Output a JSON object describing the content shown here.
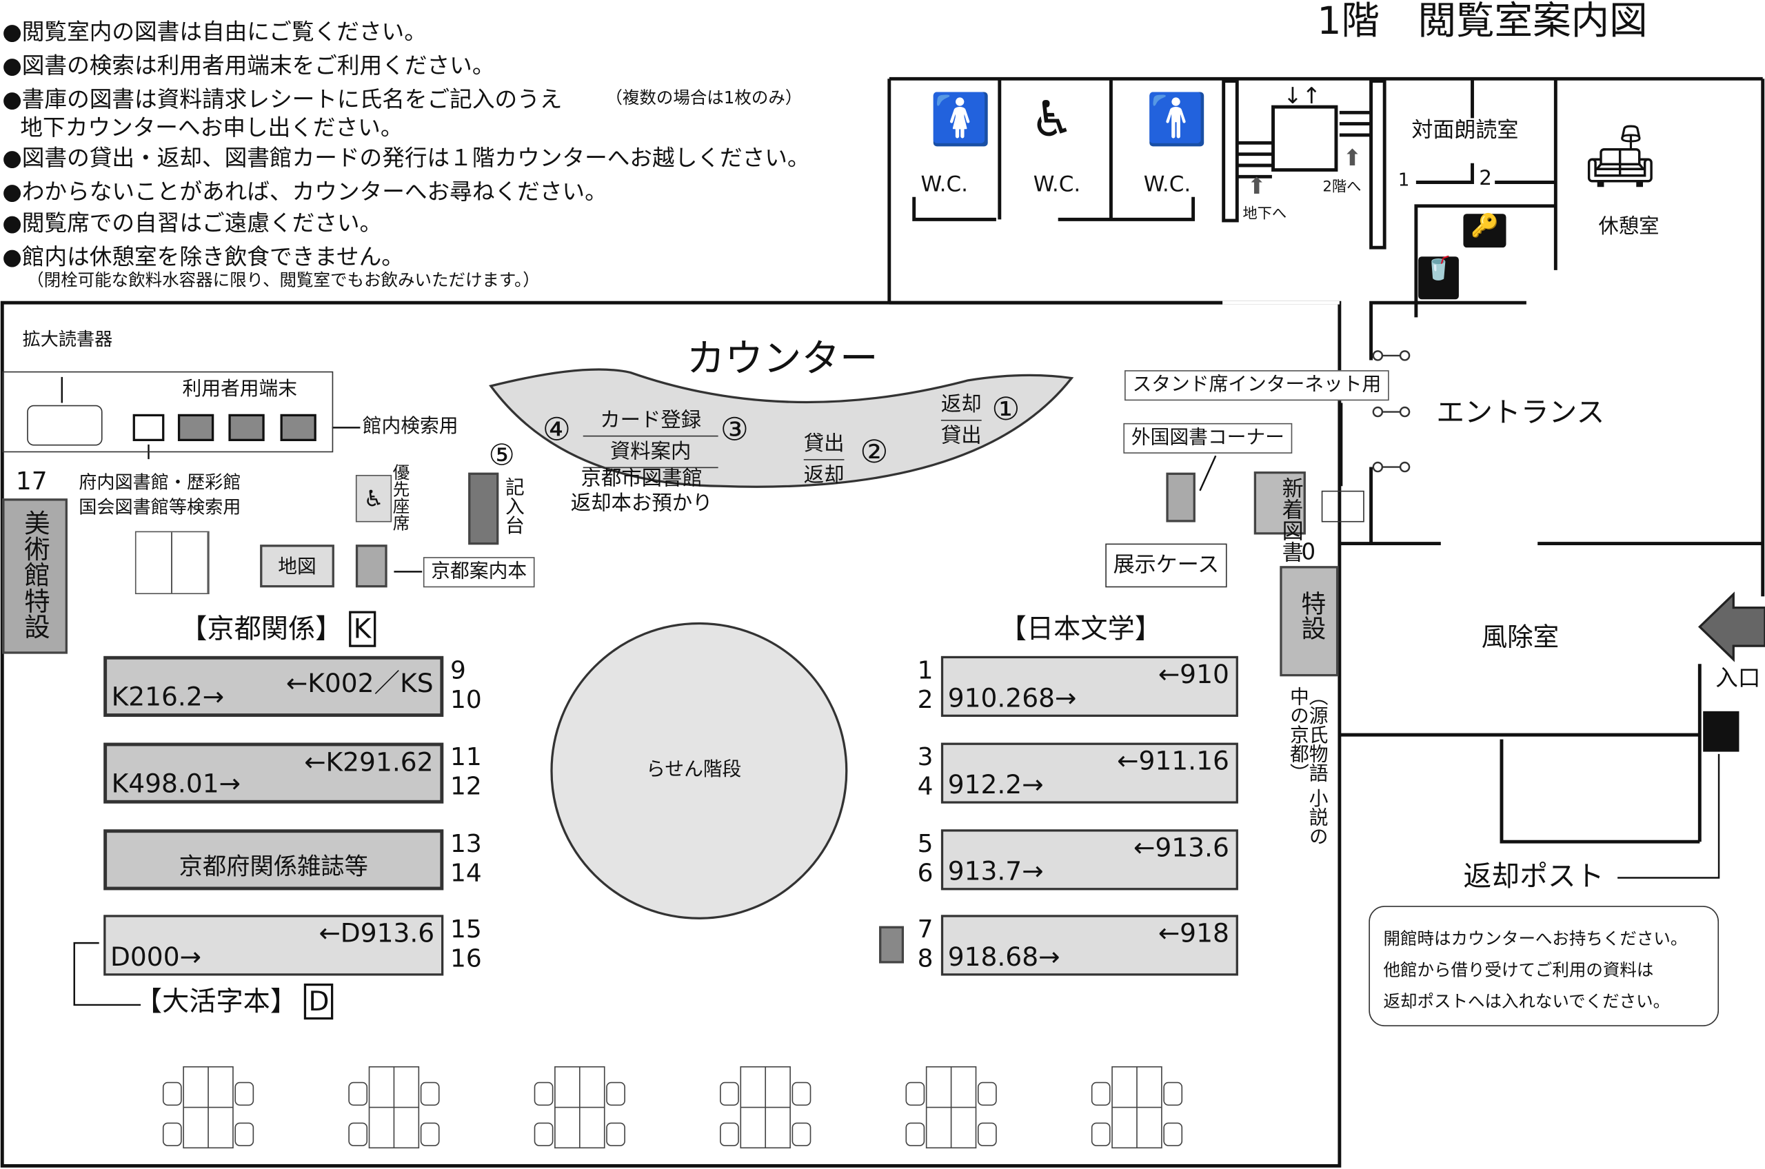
{
  "title": "1階　閲覧室案内図",
  "notes": [
    "●閲覧室内の図書は自由にご覧ください。",
    "●図書の検索は利用者用端末をご利用ください。",
    "●書庫の図書は資料請求レシートに氏名をご記入のうえ",
    "（複数の場合は1枚のみ）",
    "地下カウンターへお申し出ください。",
    "●図書の貸出・返却、図書館カードの発行は１階カウンターへお越しください。",
    "●わからないことがあれば、カウンターへお尋ねください。",
    "●閲覧席での自習はご遠慮ください。",
    "●館内は休憩室を除き飲食できません。",
    "（閉栓可能な飲料水容器に限り、閲覧室でもお飲みいただけます。）"
  ],
  "facilities": {
    "wc": [
      "W.C.",
      "W.C.",
      "W.C."
    ],
    "to_basement": "地下へ",
    "to_2f": "2階へ",
    "reading_room": "対面朗読室",
    "reading_room_doors": [
      "1",
      "2"
    ],
    "lounge": "休憩室",
    "entrance_hall": "エントランス",
    "vestibule": "風除室",
    "entrance": "入口",
    "return_post": "返却ポスト",
    "return_post_notes": [
      "開館時はカウンターへお持ちください。",
      "他館から借り受けてご利用の資料は",
      "返却ポストへは入れないでください。"
    ]
  },
  "counter": {
    "title": "カウンター",
    "sections": [
      {
        "num": "①",
        "top": "返却",
        "bottom": "貸出"
      },
      {
        "num": "②",
        "top": "貸出",
        "bottom": "返却"
      },
      {
        "num": "③",
        "top": "カード登録",
        "bottom": "資料案内"
      },
      {
        "num": "④"
      }
    ],
    "kyoto_city": "京都市図書館",
    "kyoto_city_sub": "返却本お預かり"
  },
  "left_area": {
    "magnifier": "拡大読書器",
    "terminals": "利用者用端末",
    "catalog": "館内検索用",
    "prefectural": "府内図書館・歴彩館",
    "national": "国会図書館等検索用",
    "priority_seat": "優先座席",
    "writing_desk_num": "⑤",
    "writing_desk": "記入台",
    "map": "地図",
    "kyoto_guide": "京都案内本",
    "museum_num": "17",
    "museum": "美術館特設"
  },
  "right_area": {
    "internet": "スタンド席インターネット用",
    "foreign": "外国図書コーナー",
    "new_books": "新着図書",
    "display": "展示ケース",
    "special_num": "0",
    "special": "特設",
    "genji": "（源氏物語 小説の中の京都）"
  },
  "staircase": "らせん階段",
  "kyoto_section": {
    "label": "【京都関係】",
    "code": "K"
  },
  "large_print": {
    "label": "【大活字本】",
    "code": "D"
  },
  "japanese_lit": {
    "label": "【日本文学】"
  },
  "left_shelves": [
    {
      "right": "←K002／KS",
      "left": "K216.2→",
      "nums": [
        "9",
        "10"
      ]
    },
    {
      "right": "←K291.62",
      "left": "K498.01→",
      "nums": [
        "11",
        "12"
      ]
    },
    {
      "center": "京都府関係雑誌等",
      "nums": [
        "13",
        "14"
      ]
    },
    {
      "right": "←D913.6",
      "left": "D000→",
      "nums": [
        "15",
        "16"
      ]
    }
  ],
  "right_shelves": [
    {
      "right": "←910",
      "left": "910.268→",
      "nums": [
        "1",
        "2"
      ]
    },
    {
      "right": "←911.16",
      "left": "912.2→",
      "nums": [
        "3",
        "4"
      ]
    },
    {
      "right": "←913.6",
      "left": "913.7→",
      "nums": [
        "5",
        "6"
      ]
    },
    {
      "right": "←918",
      "left": "918.68→",
      "nums": [
        "7",
        "8"
      ]
    }
  ]
}
